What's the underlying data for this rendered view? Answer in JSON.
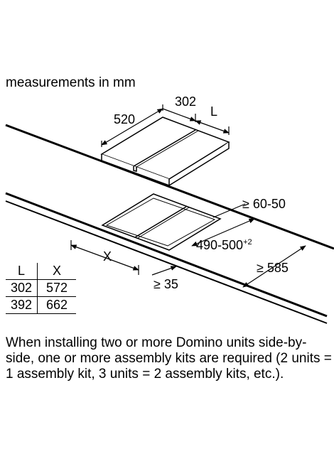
{
  "heading": "measurements in mm",
  "dimensions": {
    "depth": "520",
    "width": "302",
    "width_var": "L",
    "rear_gap": "≥ 60-50",
    "cutout_depth": "490-500",
    "cutout_depth_sup": "+2",
    "cutout_width": "X",
    "worktop_depth": "≥ 585",
    "front_gap": "≥ 35"
  },
  "table": {
    "headers": [
      "L",
      "X"
    ],
    "rows": [
      [
        "302",
        "572"
      ],
      [
        "392",
        "662"
      ]
    ]
  },
  "note": "When installing two or more Domino units side-by-side, one or more assembly kits are required (2 units = 1 assembly kit, 3 units = 2 assembly kits, etc.)."
}
